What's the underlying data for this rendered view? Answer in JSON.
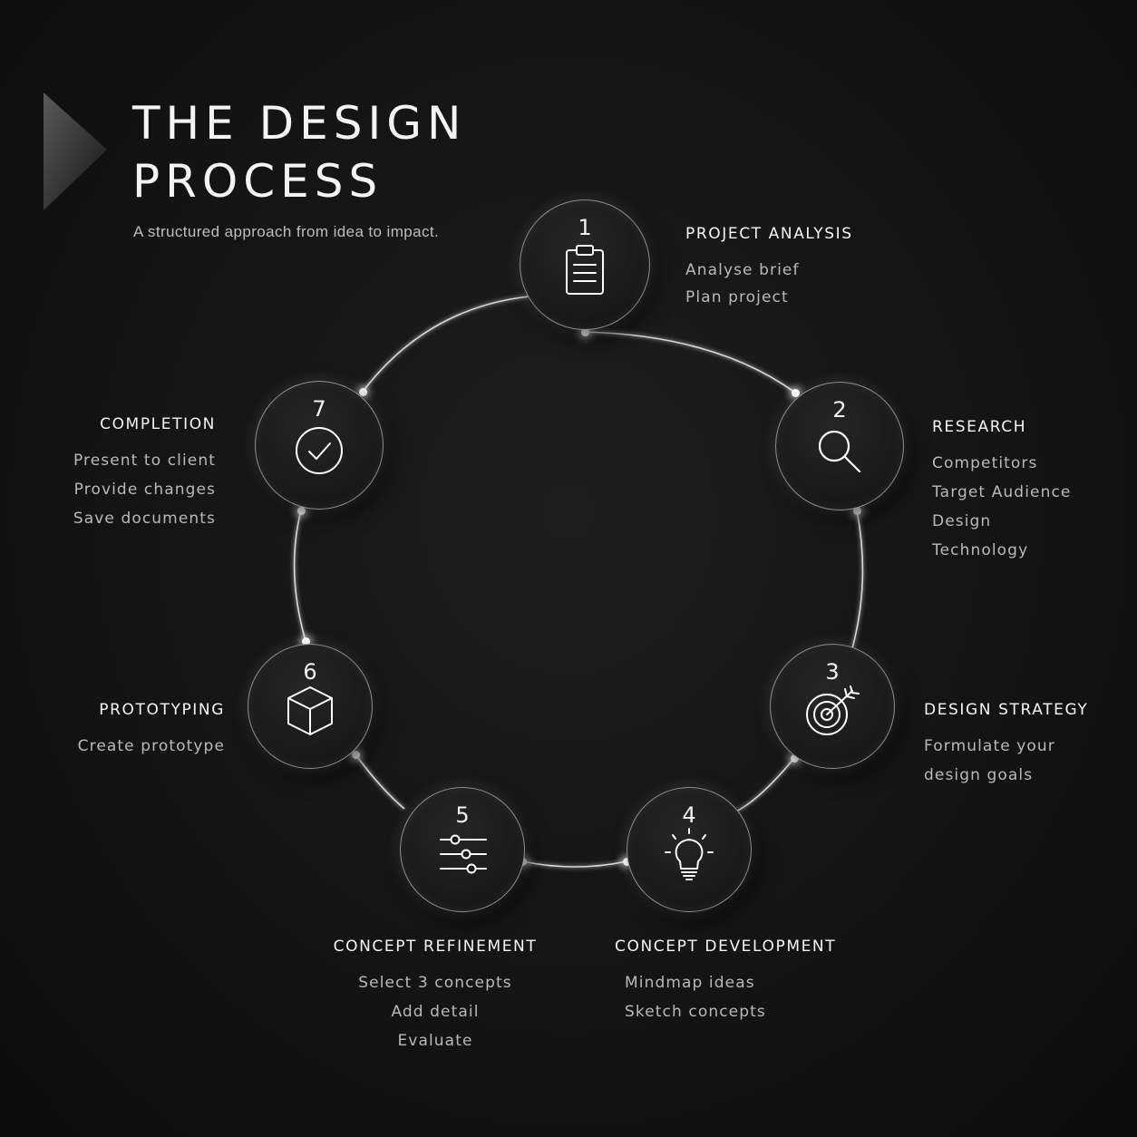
{
  "header": {
    "title_line1": "THE DESIGN",
    "title_line2": "PROCESS",
    "subtitle": "A structured approach from idea to impact."
  },
  "colors": {
    "background": "#141414",
    "ring": "#d9d9d9",
    "text_primary": "#f6f6f6",
    "text_secondary": "#b9b9b9"
  },
  "steps": [
    {
      "number": "1",
      "title": "PROJECT ANALYSIS",
      "icon": "clipboard-icon",
      "items": [
        "Analyse brief",
        "Plan project"
      ]
    },
    {
      "number": "2",
      "title": "RESEARCH",
      "icon": "magnifier-icon",
      "items": [
        "Competitors",
        "Target Audience",
        "Design",
        "Technology"
      ]
    },
    {
      "number": "3",
      "title": "DESIGN STRATEGY",
      "icon": "target-icon",
      "items": [
        "Formulate your",
        "design goals"
      ]
    },
    {
      "number": "4",
      "title": "CONCEPT DEVELOPMENT",
      "icon": "lightbulb-icon",
      "items": [
        "Mindmap ideas",
        "Sketch concepts"
      ]
    },
    {
      "number": "5",
      "title": "CONCEPT REFINEMENT",
      "icon": "sliders-icon",
      "items": [
        "Select 3 concepts",
        "Add detail",
        "Evaluate"
      ]
    },
    {
      "number": "6",
      "title": "PROTOTYPING",
      "icon": "cube-icon",
      "items": [
        "Create prototype"
      ]
    },
    {
      "number": "7",
      "title": "COMPLETION",
      "icon": "checkmark-circle-icon",
      "items": [
        "Present to client",
        "Provide changes",
        "Save documents"
      ]
    }
  ]
}
